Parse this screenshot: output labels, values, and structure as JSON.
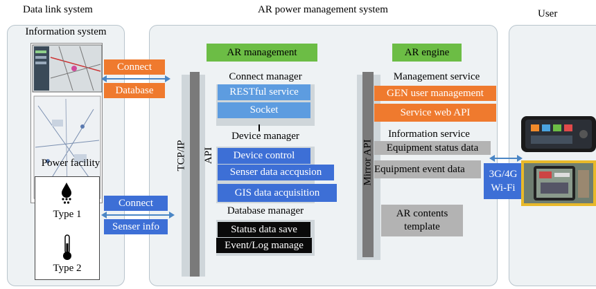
{
  "headers": {
    "data_link": "Data link system",
    "ar_system": "AR power management system",
    "user": "User"
  },
  "left": {
    "info_system": "Information system",
    "power_facility": "Power facility",
    "type1": "Type 1",
    "type2": "Type 2",
    "connect1": "Connect",
    "database": "Database",
    "connect2": "Connect",
    "senser_info": "Senser info"
  },
  "ar_management": {
    "title": "AR management",
    "tcpip": "TCP/IP",
    "api": "API",
    "connect_manager": "Connect manager",
    "restful": "RESTful service",
    "socket": "Socket",
    "device_manager": "Device manager",
    "device_control": "Device control",
    "senser_data": "Senser data accqusion",
    "gis_data": "GIS data acquisition",
    "database_manager": "Database manager",
    "status_save": "Status data save",
    "event_log": "Event/Log manage"
  },
  "ar_engine": {
    "title": "AR engine",
    "mirror_api": "Mirror API",
    "management_service": "Management service",
    "gen_user": "GEN user management",
    "service_web": "Service web API",
    "information_service": "Information service",
    "equipment_status": "Equipment status data",
    "equipment_event": "Equipment event data",
    "ar_contents_line1": "AR contents",
    "ar_contents_line2": "template"
  },
  "network": {
    "line1": "3G/4G",
    "line2": "Wi-Fi"
  },
  "colors": {
    "orange": "#ef7a2e",
    "blue": "#3d6fd6",
    "light_blue": "#5d9ce0",
    "green": "#6cbd45",
    "black": "#0a0a0a",
    "gray": "#b3b3b3"
  }
}
